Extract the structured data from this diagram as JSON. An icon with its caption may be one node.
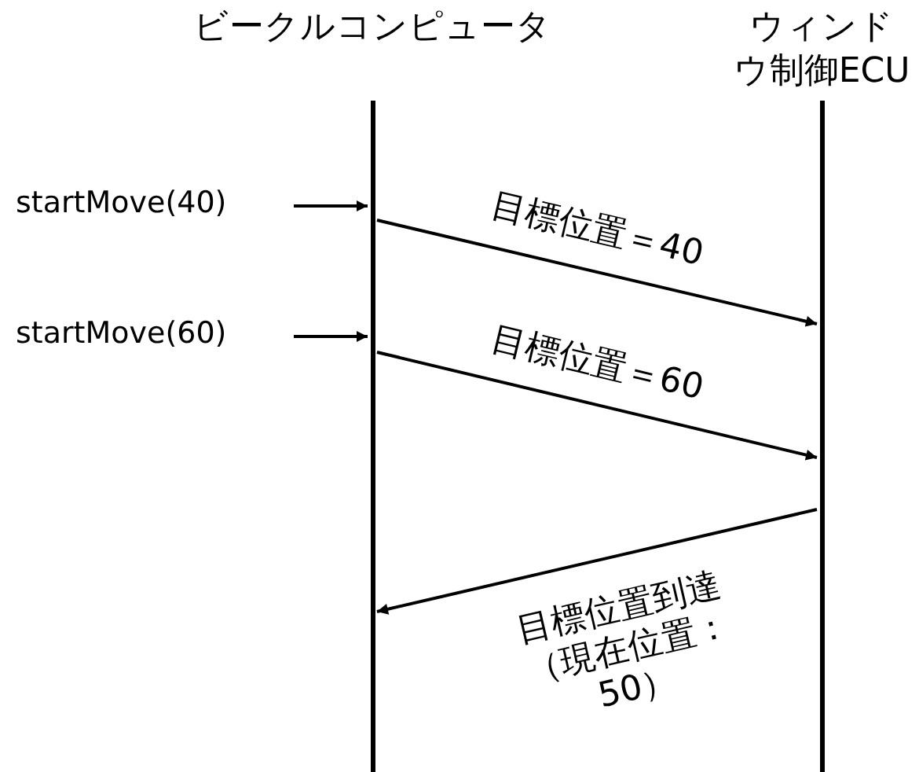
{
  "diagram": {
    "nodes": [
      {
        "text": [
          "ビークルコンピュータ"
        ]
      },
      {
        "text": [
          "ウィンドウ制御ECU"
        ]
      },
      {
        "text": [
          "startMove(40)"
        ]
      },
      {
        "text": [
          "startMove(60)"
        ]
      }
    ],
    "edges": [
      {
        "from": 2,
        "to": 0,
        "arrow": "to"
      },
      {
        "from": 3,
        "to": 0,
        "arrow": "to"
      },
      {
        "from": 0,
        "to": 1,
        "arrow": "to",
        "label": "目標位置＝40"
      },
      {
        "from": 0,
        "to": 1,
        "arrow": "to",
        "label": "目標位置＝60"
      },
      {
        "from": 1,
        "to": 0,
        "arrow": "to",
        "label": "目標位置到達（現在位置：50）"
      }
    ]
  }
}
